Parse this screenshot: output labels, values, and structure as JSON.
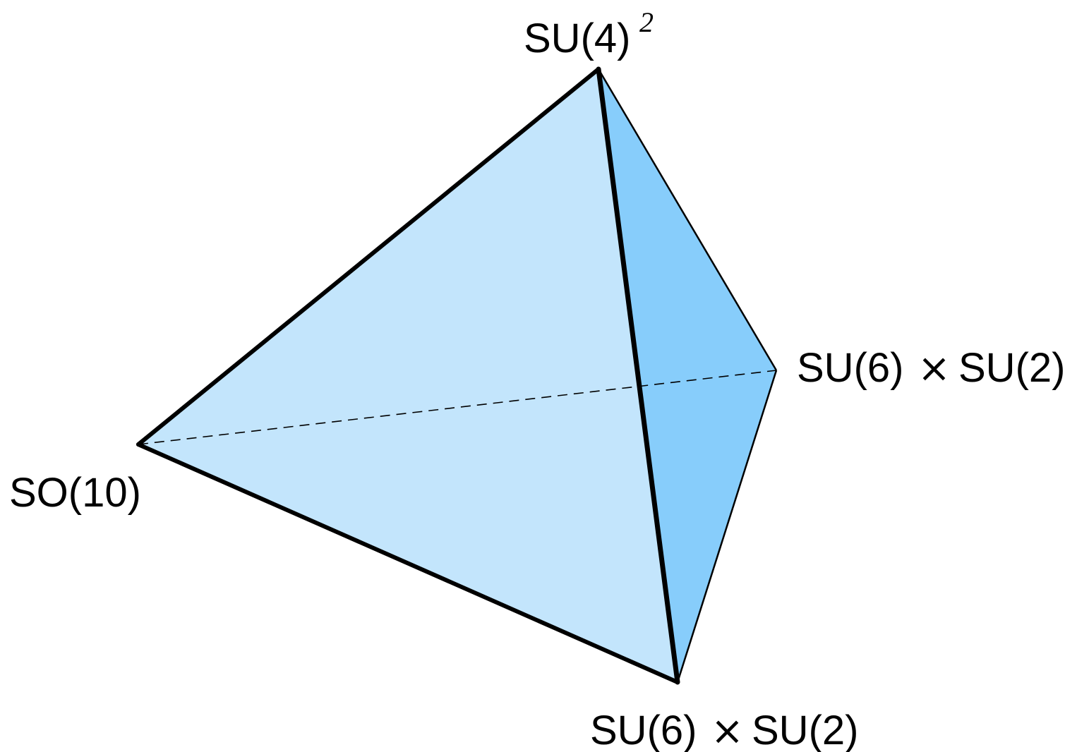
{
  "diagram": {
    "vertices": {
      "top": {
        "label": "SU(4)",
        "superscript": "2"
      },
      "left": {
        "label": "SO(10)"
      },
      "right": {
        "label_left": "SU(6)",
        "operator": "×",
        "label_right": "SU(2)"
      },
      "bottom": {
        "label_left": "SU(6)",
        "operator": "×",
        "label_right": "SU(2)"
      }
    },
    "colors": {
      "front_face": "#c3e5fc",
      "side_face": "#87cdfb",
      "edge": "#000000",
      "hidden_edge": "#000000"
    }
  }
}
